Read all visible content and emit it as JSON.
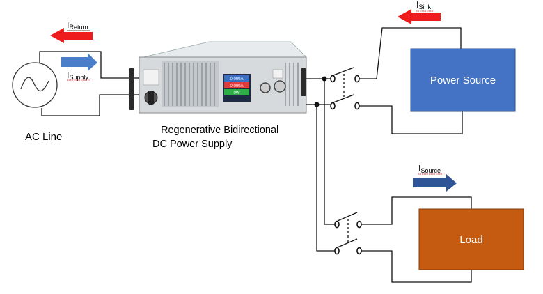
{
  "ac_line": {
    "label": "AC Line"
  },
  "supply_unit": {
    "caption_line1": "Regenerative Bidirectional",
    "caption_line2": "DC Power Supply"
  },
  "currents": {
    "return": {
      "main": "I",
      "sub": "Return",
      "direction": "left",
      "color": "#ee1c1c"
    },
    "supply": {
      "main": "I",
      "sub": "Supply",
      "direction": "right",
      "color": "#4a7ec9"
    },
    "sink": {
      "main": "I",
      "sub": "Sink",
      "direction": "left",
      "color": "#ee1c1c"
    },
    "source": {
      "main": "I",
      "sub": "Source",
      "direction": "right",
      "color": "#2f5597"
    }
  },
  "power_source": {
    "label": "Power Source",
    "color": "#4472c4"
  },
  "load": {
    "label": "Load",
    "color": "#c55a11"
  },
  "display_values": {
    "top": "0.000A",
    "middle": "0.000A",
    "bottom": "0W"
  }
}
